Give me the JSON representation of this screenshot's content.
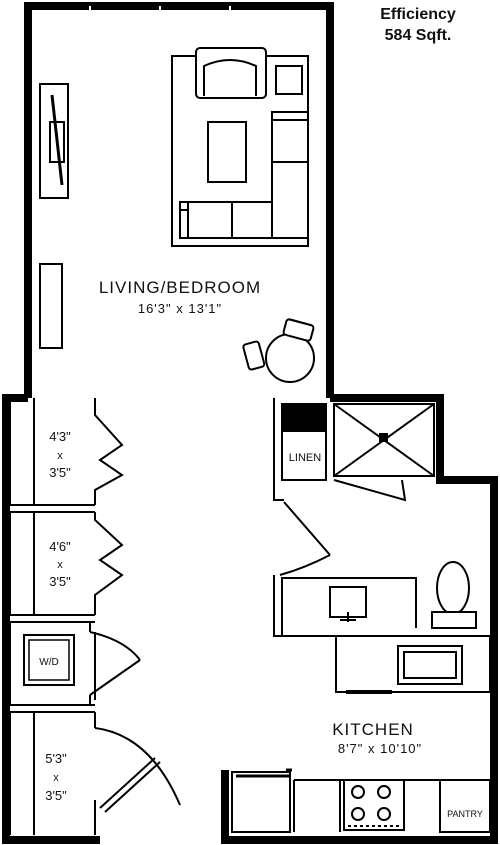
{
  "plan": {
    "unit_type": "Efficiency",
    "area": "584 Sqft."
  },
  "rooms": {
    "living": {
      "name": "LIVING/BEDROOM",
      "dims": "16'3\" x 13'1\""
    },
    "kitchen": {
      "name": "KITCHEN",
      "dims": "8'7\" x 10'10\""
    }
  },
  "closets": [
    {
      "width": "4'3\"",
      "sep": "x",
      "depth": "3'5\""
    },
    {
      "width": "4'6\"",
      "sep": "x",
      "depth": "3'5\""
    },
    {
      "width": "5'3\"",
      "sep": "x",
      "depth": "3'5\""
    }
  ],
  "fixtures": {
    "linen": "LINEN",
    "washer_dryer": "W/D",
    "pantry": "PANTRY"
  }
}
